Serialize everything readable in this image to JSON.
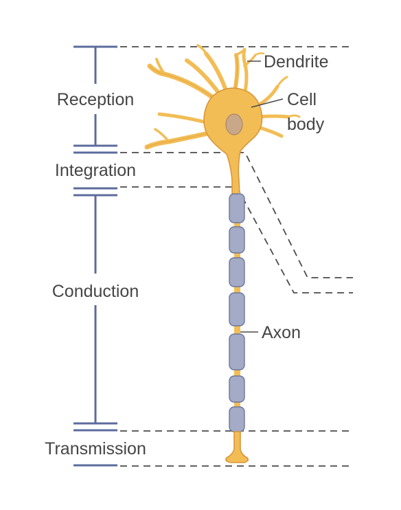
{
  "stages": {
    "reception": "Reception",
    "integration": "Integration",
    "conduction": "Conduction",
    "transmission": "Transmission"
  },
  "parts": {
    "dendrite": "Dendrite",
    "cell_body_line1": "Cell",
    "cell_body_line2": "body",
    "axon": "Axon"
  },
  "colors": {
    "stage_line": "#5c6b9c",
    "neuron_fill": "#f2bd55",
    "neuron_outline": "#d9953a",
    "myelin_fill": "#a3abc7",
    "nucleus": "#c9a88a"
  }
}
